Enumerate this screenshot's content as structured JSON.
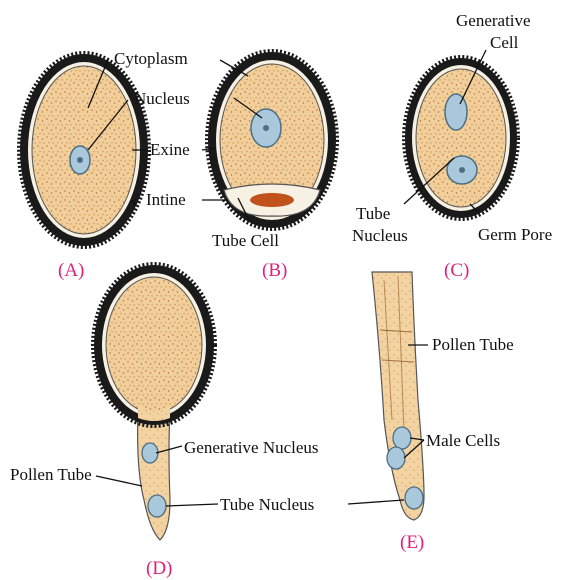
{
  "colors": {
    "cytoplasm": "#f2cf9a",
    "cytoplasm_dark": "#d9a866",
    "exine": "#1a1a1a",
    "intine": "#f7f1e3",
    "nucleus": "#a9c8dc",
    "nucleus_edge": "#4c6e85",
    "tube_cell_inclusion": "#c2521b",
    "figure_label": "#e0207a",
    "leader": "#111111"
  },
  "labels": {
    "cytoplasm": "Cytoplasm",
    "nucleus": "Nucleus",
    "exine": "Exine",
    "intine": "Intine",
    "tube_cell": "Tube Cell",
    "generative_cell_1": "Generative",
    "generative_cell_2": "Cell",
    "tube_nucleus_1": "Tube",
    "tube_nucleus_2": "Nucleus",
    "germ_pore": "Germ Pore",
    "generative_nucleus": "Generative Nucleus",
    "pollen_tube_d": "Pollen Tube",
    "tube_nucleus_d": "Tube Nucleus",
    "pollen_tube_e": "Pollen Tube",
    "male_cells": "Male Cells"
  },
  "figures": {
    "a": "(A)",
    "b": "(B)",
    "c": "(C)",
    "d": "(D)",
    "e": "(E)"
  }
}
